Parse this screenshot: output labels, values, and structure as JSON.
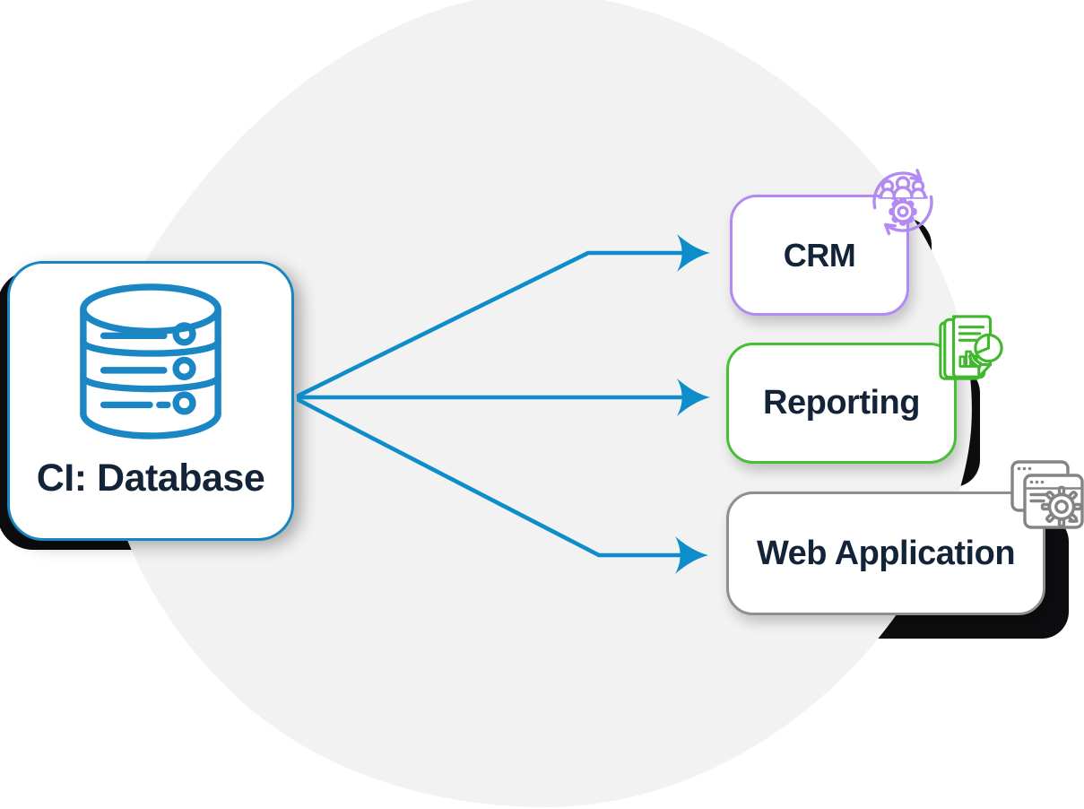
{
  "diagram": {
    "source": {
      "label": "CI: Database"
    },
    "targets": [
      {
        "label": "CRM",
        "accent_color": "#b28af2",
        "icon": "crm-people-gear-sync-icon"
      },
      {
        "label": "Reporting",
        "accent_color": "#45bf33",
        "icon": "report-charts-icon"
      },
      {
        "label": "Web Application",
        "accent_color": "#8f8f8f",
        "icon": "browser-gear-icon"
      }
    ],
    "connections": [
      {
        "from": "CI: Database",
        "to": "CRM"
      },
      {
        "from": "CI: Database",
        "to": "Reporting"
      },
      {
        "from": "CI: Database",
        "to": "Web Application"
      }
    ],
    "colors": {
      "arrow_blue": "#0d8dc9",
      "source_border_blue": "#1586c4",
      "text_navy": "#142438",
      "blob_gray": "#f2f2f3",
      "hard_shadow": "#0d0d0f"
    }
  }
}
